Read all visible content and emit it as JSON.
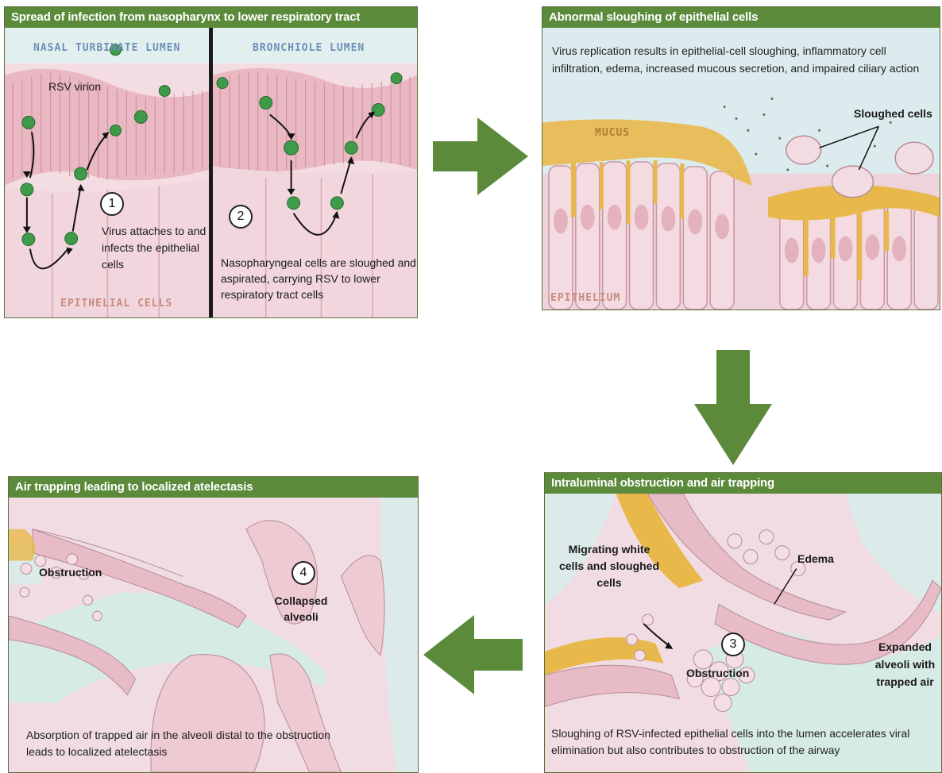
{
  "panels": {
    "spread": {
      "title": "Spread of infection from nasopharynx to lower respiratory tract",
      "left_lumen": "NASAL TURBINATE LUMEN",
      "right_lumen": "BRONCHIOLE LUMEN",
      "rsv_label": "RSV virion",
      "step1_num": "1",
      "step1_text": "Virus attaches to and infects the epithelial cells",
      "step2_num": "2",
      "step2_text": "Nasopharyngeal cells are sloughed and aspirated, carrying RSV to lower respiratory tract cells",
      "epithelial_label": "EPITHELIAL CELLS"
    },
    "sloughing": {
      "title": "Abnormal sloughing of epithelial cells",
      "description": "Virus replication results in epithelial-cell sloughing, inflammatory cell infiltration, edema, increased mucous secretion, and impaired ciliary action",
      "mucus_label": "MUCUS",
      "sloughed_label": "Sloughed cells",
      "epithelium_label": "EPITHELIUM"
    },
    "obstruction": {
      "title": "Intraluminal obstruction and air trapping",
      "migrating_label": "Migrating white cells and sloughed cells",
      "edema_label": "Edema",
      "step3_num": "3",
      "obstruction_label": "Obstruction",
      "expanded_label": "Expanded alveoli with trapped air",
      "caption": "Sloughing of RSV-infected epithelial cells into the lumen accelerates viral elimination but also contributes to obstruction of the airway"
    },
    "atelectasis": {
      "title": "Air trapping leading to localized atelectasis",
      "obstruction_label": "Obstruction",
      "step4_num": "4",
      "collapsed_label": "Collapsed alveoli",
      "caption": "Absorption of trapped air in the alveoli distal to the obstruction leads to localized atelectasis"
    }
  },
  "colors": {
    "header_green": "#5b8a3b",
    "arrow_green": "#5b8a3b",
    "tissue_pink": "#f1d3da",
    "lumen_blue": "#dfeeee",
    "mucus_yellow": "#e8b94a",
    "virus_green": "#3f9a4a"
  }
}
